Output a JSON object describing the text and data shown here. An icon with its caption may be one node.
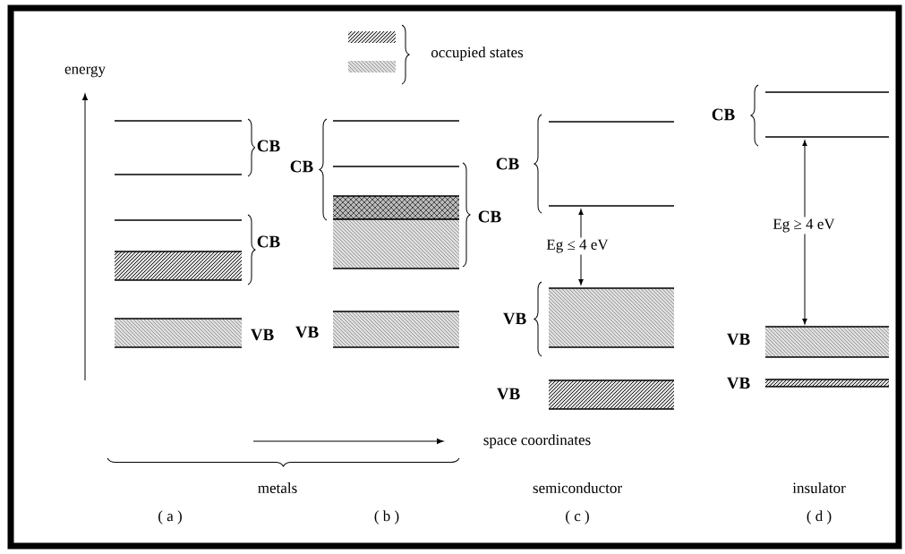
{
  "diagram": {
    "labels": [
      "occupied states",
      "energy",
      "CB",
      "CB",
      "CB",
      "CB",
      "CB",
      "CB",
      "Eg ≥ 4 eV",
      "Eg ≤ 4 eV",
      "VB",
      "VB",
      "VB",
      "VB",
      "VB",
      "VB",
      "space coordinates",
      "metals",
      "semiconductor",
      "insulator",
      "( a )",
      "( b )",
      "( c )",
      "( d )"
    ]
  }
}
